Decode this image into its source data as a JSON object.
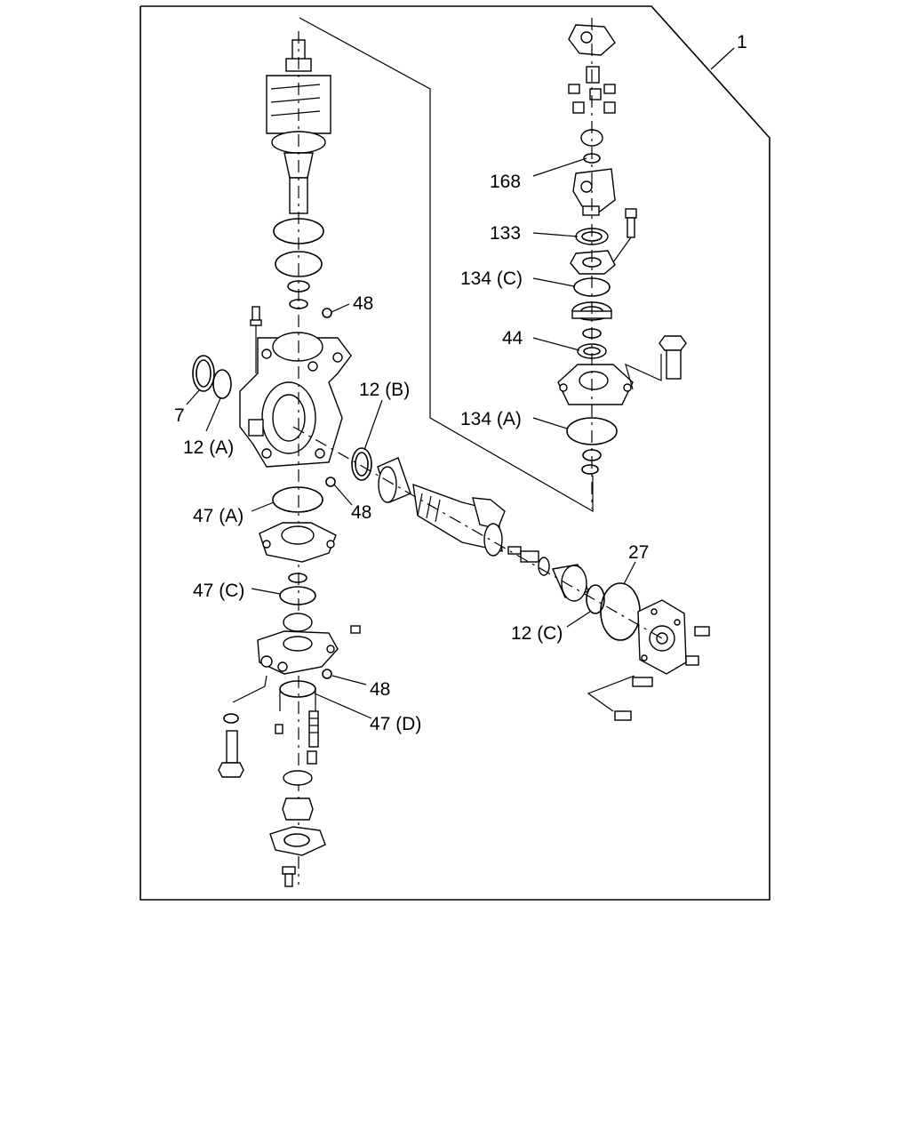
{
  "labels": {
    "l1": "1",
    "l168": "168",
    "l133": "133",
    "l134c": "134 (C)",
    "l48a": "48",
    "l44": "44",
    "l7": "7",
    "l12a": "12 (A)",
    "l12b": "12 (B)",
    "l134a": "134 (A)",
    "l48b": "48",
    "l47a": "47 (A)",
    "l27": "27",
    "l47c": "47 (C)",
    "l12c": "12 (C)",
    "l48c": "48",
    "l47d": "47 (D)"
  }
}
